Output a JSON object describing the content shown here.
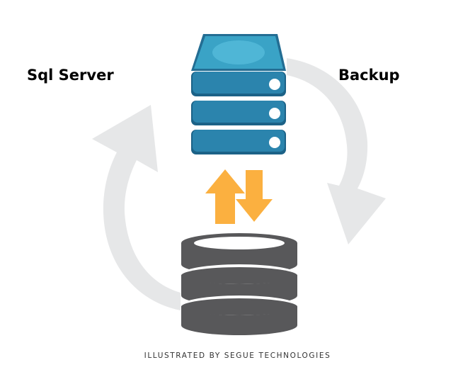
{
  "labels": {
    "left": "Sql Server",
    "right": "Backup"
  },
  "credit": "ILLUSTRATED BY SEGUE TECHNOLOGIES",
  "server": {
    "units": 3,
    "colors": {
      "body": "#2b84ad",
      "body_dark": "#1c6287",
      "top": "#3aa3c6",
      "top_dark": "#236d93",
      "oval": "#4fb6d6",
      "led": "#ffffff"
    }
  },
  "database": {
    "discs": 3,
    "colors": {
      "body": "#58585a",
      "top": "#ffffff"
    }
  },
  "arrows": {
    "sync_color": "#fbb040",
    "cycle_color": "#e6e7e8"
  },
  "icons": [
    "server-icon",
    "database-icon",
    "sync-arrows-icon",
    "cycle-arrows-icon"
  ]
}
